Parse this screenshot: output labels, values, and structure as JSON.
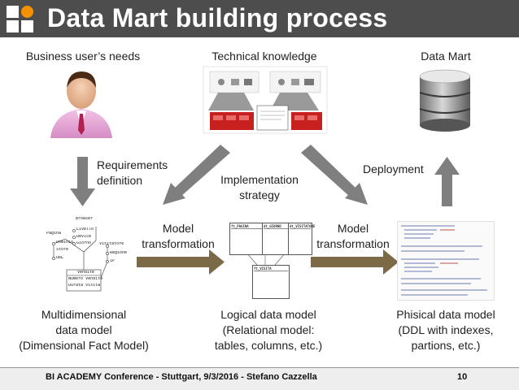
{
  "header": {
    "title": "Data Mart building process"
  },
  "columns": {
    "business": "Business user’s needs",
    "technical": "Technical knowledge",
    "datamart": "Data Mart"
  },
  "steps": {
    "requirements": [
      "Requirements",
      "definition"
    ],
    "implementation": [
      "Implementation",
      "strategy"
    ],
    "deployment": "Deployment",
    "model_transformation_1": [
      "Model",
      "transformation"
    ],
    "model_transformation_2": [
      "Model",
      "transformation"
    ]
  },
  "models": {
    "multidimensional": [
      "Multidimensional",
      "data model",
      "(Dimensional Fact Model)"
    ],
    "logical": [
      "Logical data model",
      "(Relational model:",
      "tables, columns, etc.)"
    ],
    "physical": [
      "Phisical data model",
      "(DDL with indexes,",
      "partions, etc.)"
    ]
  },
  "dfm": {
    "center": "Vendite",
    "measures": [
      "Numero Vendite",
      "Durata visita"
    ],
    "dims": [
      "Pagina",
      "Dominio",
      "Store",
      "URL",
      "Livello",
      "Device",
      "Giorno",
      "Visitatore",
      "Regione",
      "IP"
    ],
    "top": "Browser"
  },
  "tables": [
    "ft_PAGINA",
    "dt_GIORNO",
    "dt_VISITATORE",
    "ft_VISITA"
  ],
  "footer": {
    "text": "BI ACADEMY Conference - Stuttgart, 9/3/2016 - Stefano Cazzella",
    "page": "10"
  },
  "colors": {
    "header_bg": "#4d4d4d",
    "arrow_gray": "#7f7f7f",
    "arrow_brown": "#7b6a45",
    "logo_orange": "#f39200",
    "logo_white": "#ffffff"
  }
}
